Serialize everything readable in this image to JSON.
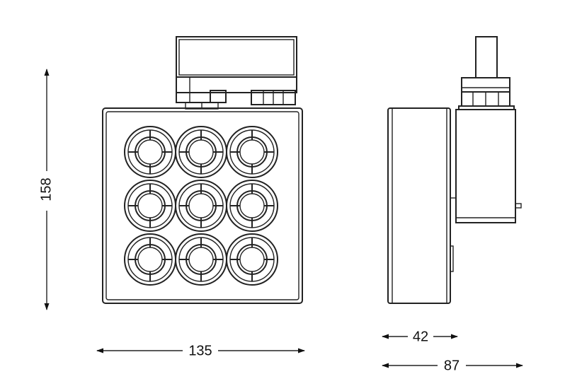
{
  "dimensions": {
    "height_label": "158",
    "width_label": "135",
    "depth_label": "42",
    "total_depth_label": "87"
  },
  "led_grid": {
    "rows": 3,
    "cols": 3
  },
  "colors": {
    "line": "#222222",
    "background": "#ffffff"
  }
}
